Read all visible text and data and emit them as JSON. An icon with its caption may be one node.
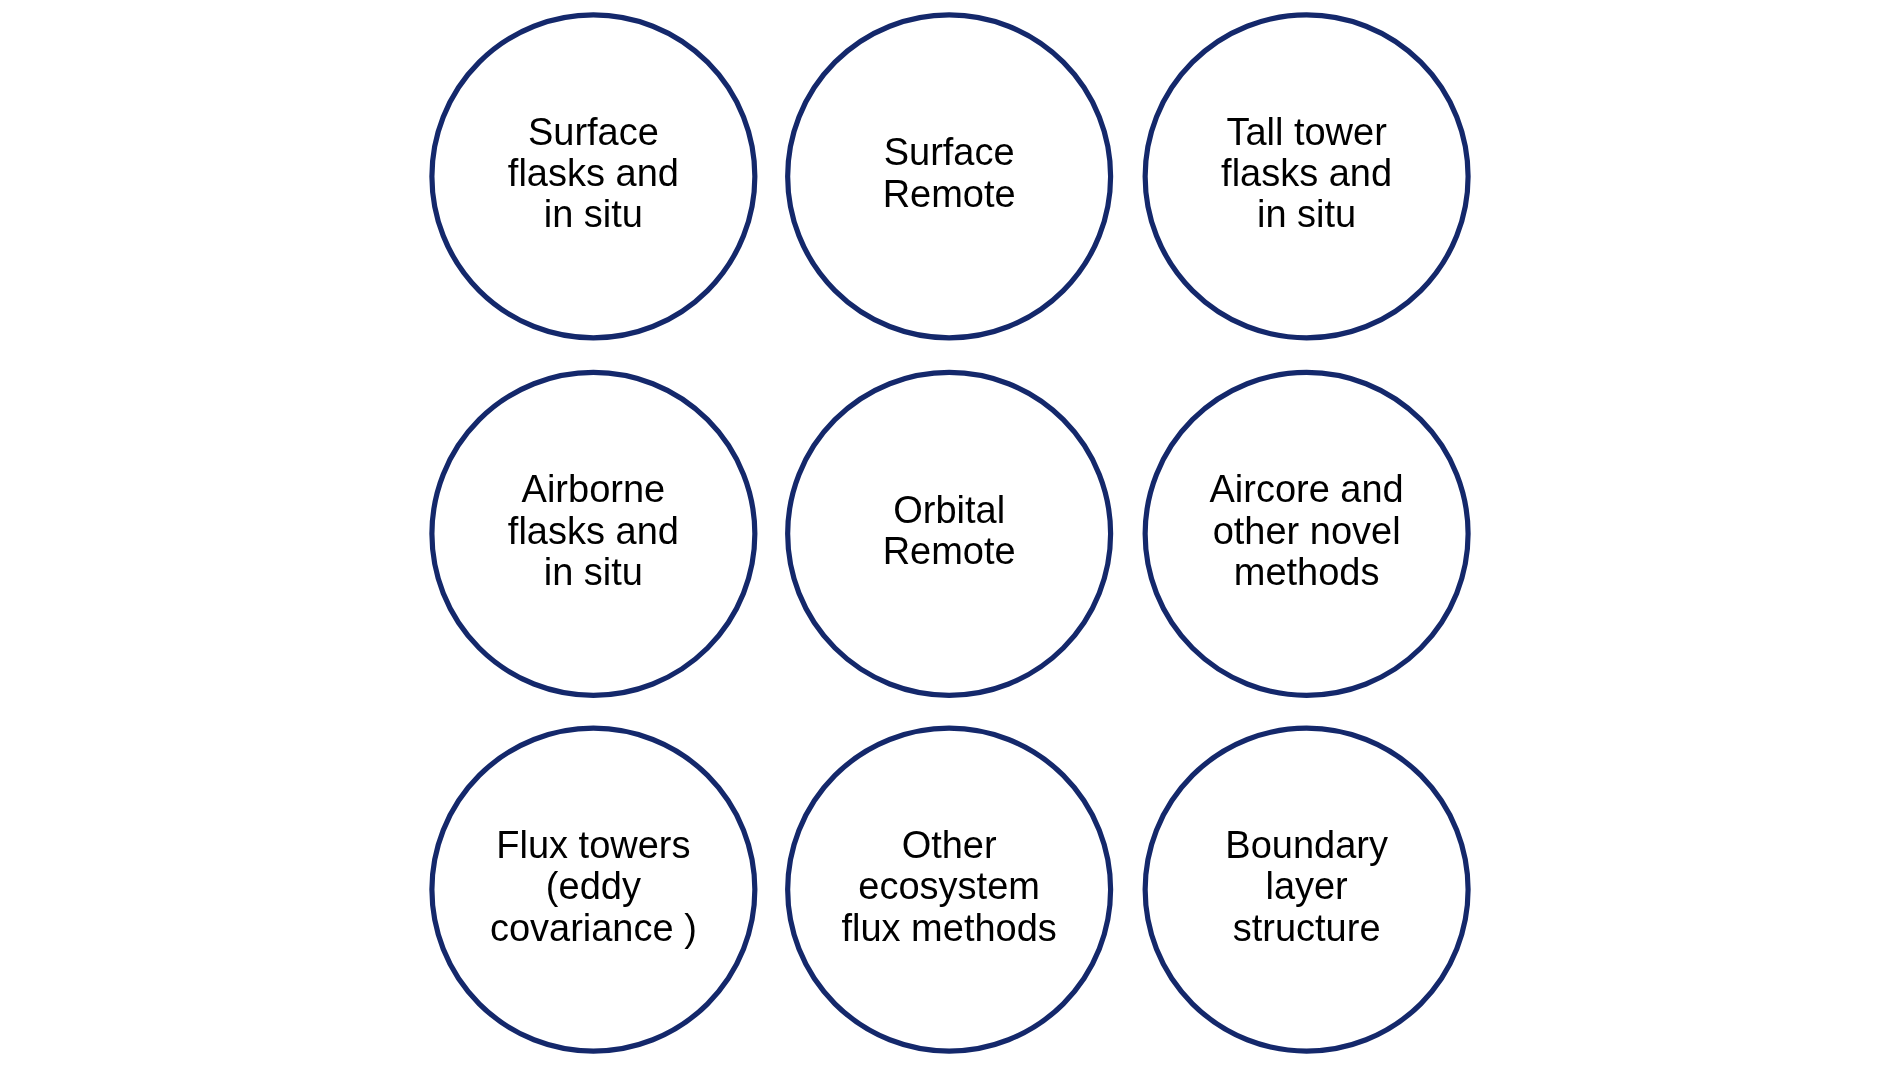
{
  "diagram": {
    "nodes": [
      {
        "text": [
          "Surface flasks and in situ"
        ]
      },
      {
        "text": [
          "Surface Remote"
        ]
      },
      {
        "text": [
          "Tall tower flasks and in situ"
        ]
      },
      {
        "text": [
          "Airborne flasks and in situ"
        ]
      },
      {
        "text": [
          "Orbital Remote"
        ]
      },
      {
        "text": [
          "Aircore and other novel methods"
        ]
      },
      {
        "text": [
          "Flux towers (eddy covariance )"
        ]
      },
      {
        "text": [
          "Other ecosystem flux methods"
        ]
      },
      {
        "text": [
          "Boundary layer structure"
        ]
      }
    ]
  }
}
